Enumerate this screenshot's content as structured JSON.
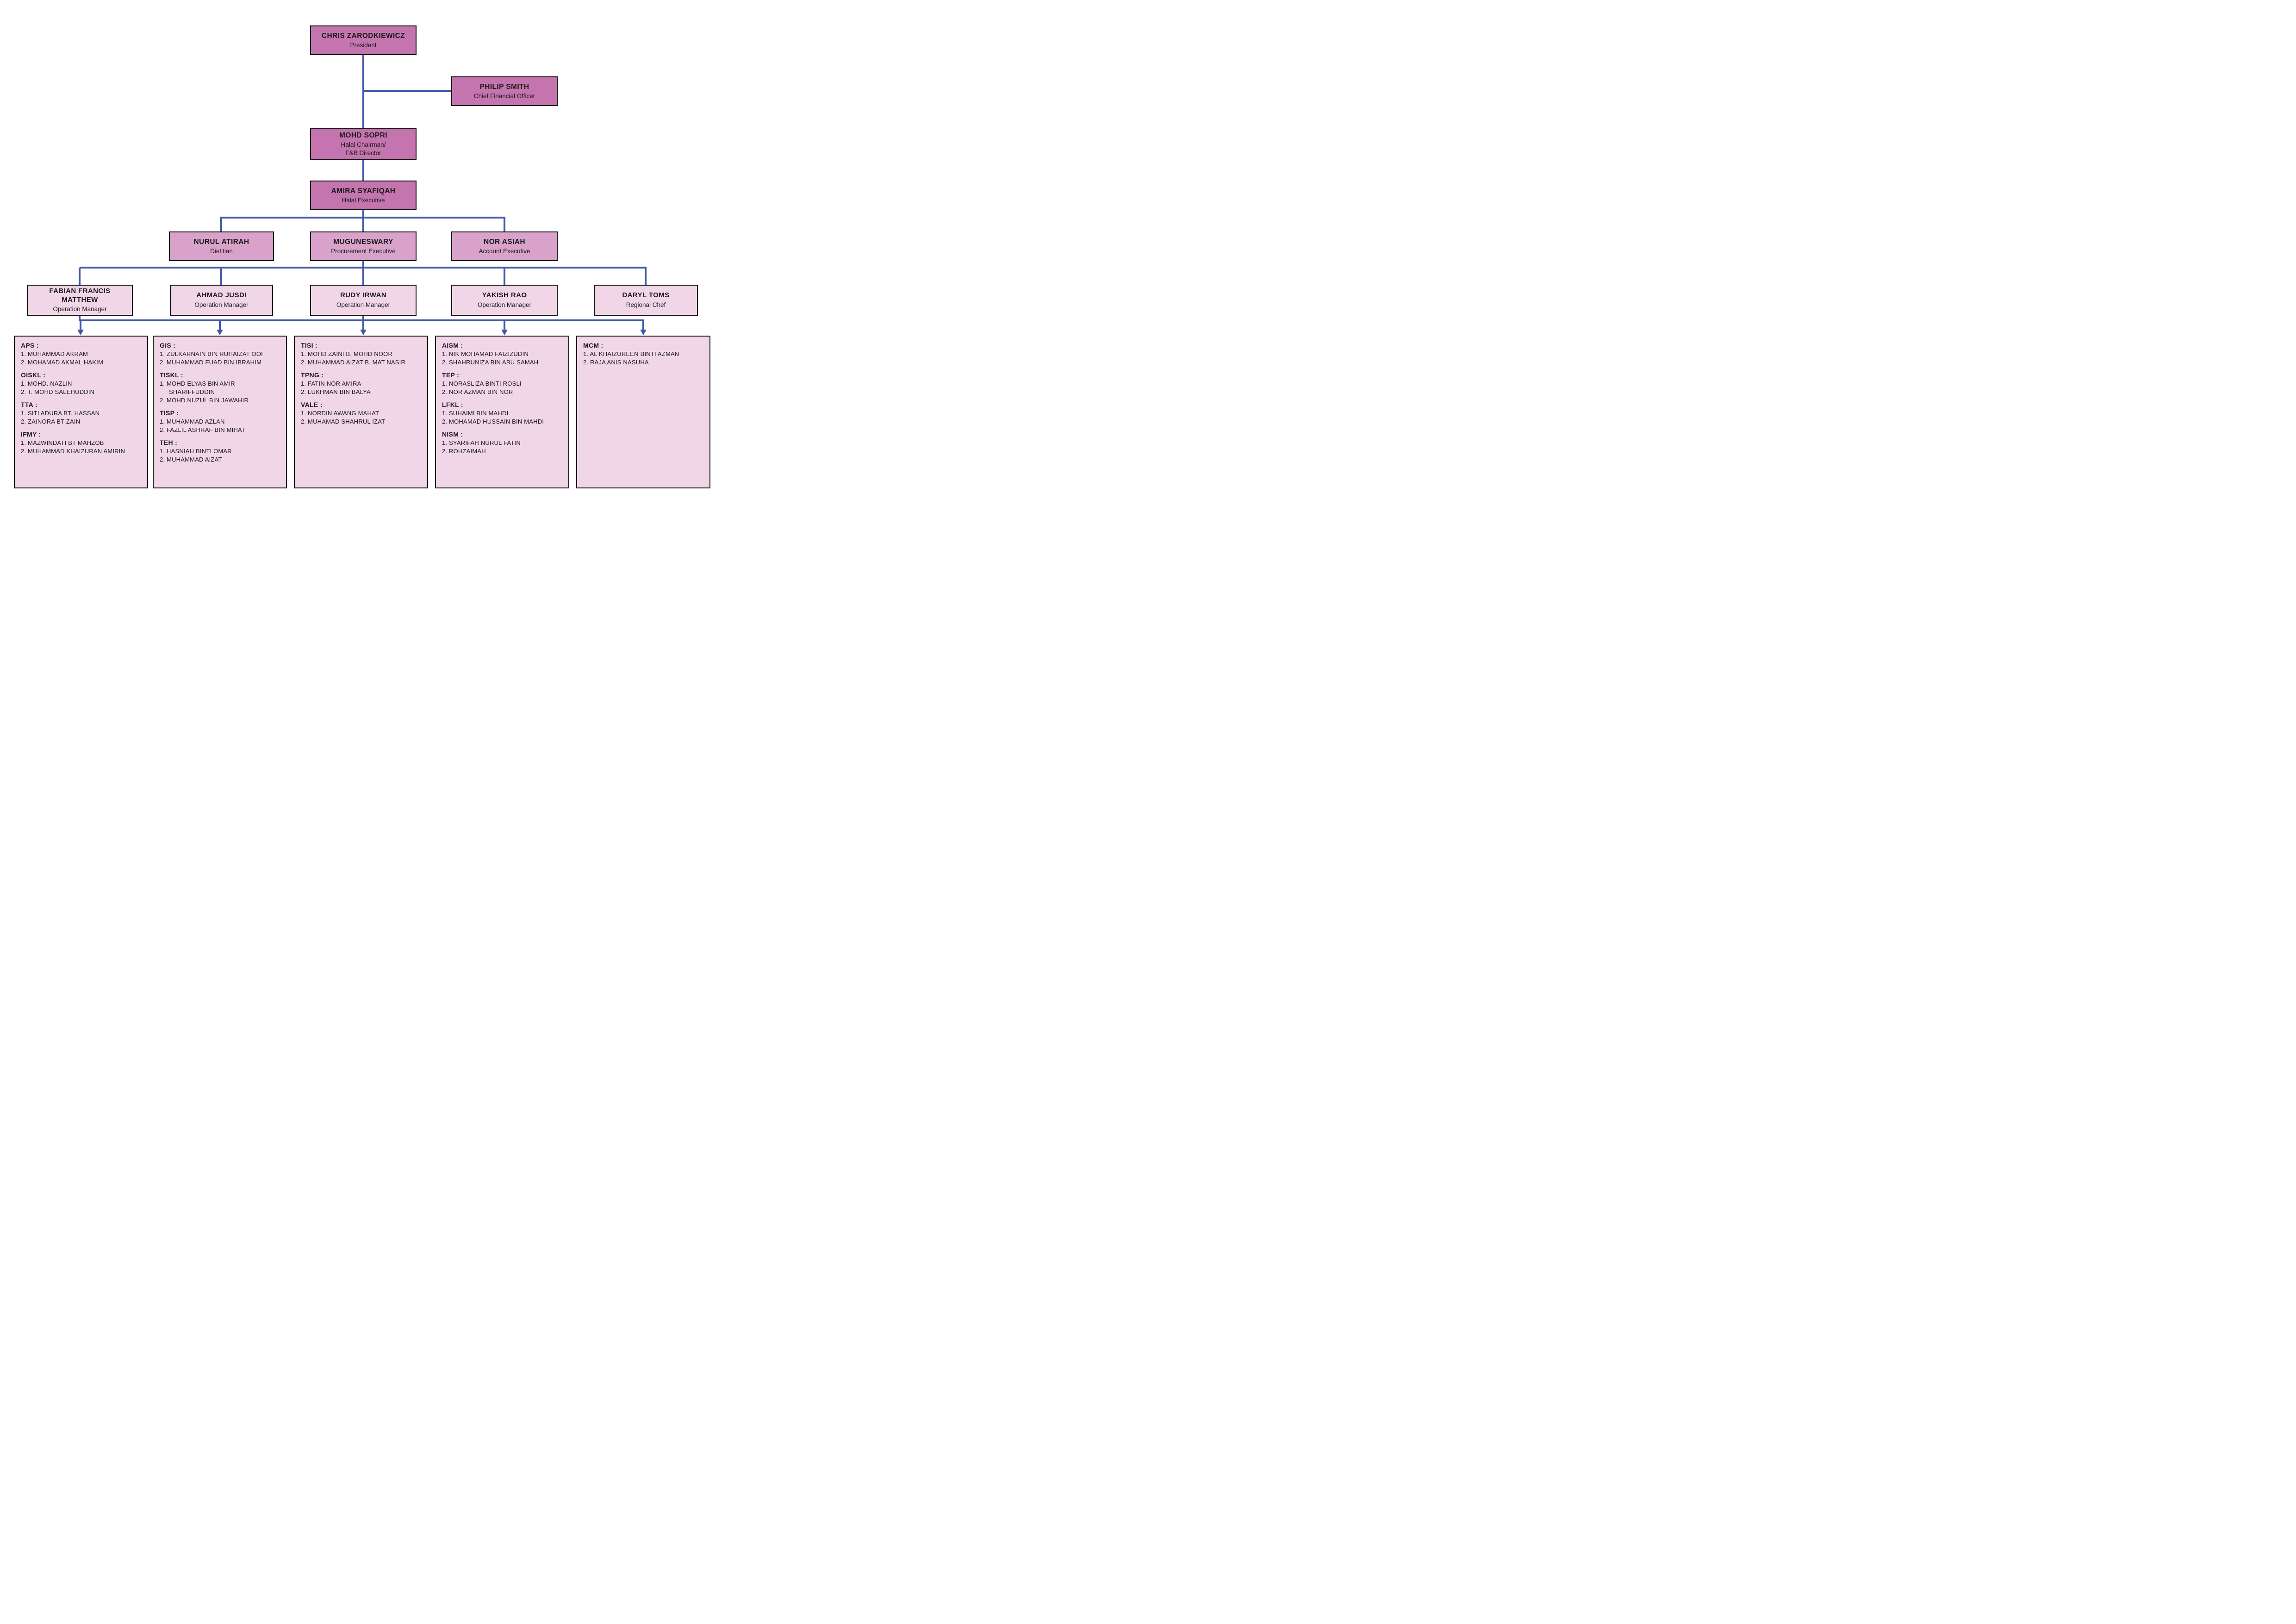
{
  "palette": {
    "tier1_fill": "#C474AE",
    "tier2_fill": "#D9A2CB",
    "tier3_fill": "#F1D6E8",
    "border": "#111111",
    "line": "#3D56A6",
    "text": "#1A1A1A"
  },
  "nodes": {
    "president": {
      "name": "CHRIS ZARODKIEWICZ",
      "title": "President"
    },
    "cfo": {
      "name": "PHILIP SMITH",
      "title": "Chief Financial Officer"
    },
    "fnb_director": {
      "name": "MOHD SOPRI",
      "title": "Halal Chairman/\nF&B Director"
    },
    "halal_executive": {
      "name": "AMIRA SYAFIQAH",
      "title": "Halal Executive"
    },
    "tier3": [
      {
        "name": "NURUL ATIRAH",
        "title": "Dietitian"
      },
      {
        "name": "MUGUNESWARY",
        "title": "Procurement Executive"
      },
      {
        "name": "NOR ASIAH",
        "title": "Account Executive"
      }
    ],
    "managers": [
      {
        "name": "FABIAN FRANCIS MATTHEW",
        "title": "Operation Manager"
      },
      {
        "name": "AHMAD JUSDI",
        "title": "Operation Manager"
      },
      {
        "name": "RUDY IRWAN",
        "title": "Operation Manager"
      },
      {
        "name": "YAKISH RAO",
        "title": "Operation Manager"
      },
      {
        "name": "DARYL TOMS",
        "title": "Regional Chef"
      }
    ],
    "teams": [
      {
        "groups": [
          {
            "label": "APS :",
            "members": [
              "1. MUHAMMAD AKRAM",
              "2. MOHAMAD AKMAL HAKIM"
            ]
          },
          {
            "label": "OISKL :",
            "members": [
              "1. MOHD. NAZLIN",
              "2. T. MOHD SALEHUDDIN"
            ]
          },
          {
            "label": "TTA :",
            "members": [
              "1. SITI ADURA BT. HASSAN",
              "2. ZAINORA BT ZAIN"
            ]
          },
          {
            "label": "IFMY :",
            "members": [
              "1. MAZWINDATI BT MAHZOB",
              "2. MUHAMMAD KHAIZURAN AMIRIN"
            ]
          }
        ]
      },
      {
        "groups": [
          {
            "label": "GIS :",
            "members": [
              "1. ZULKARNAIN BIN RUHAIZAT OOI",
              "2. MUHAMMAD FUAD BIN IBRAHIM"
            ]
          },
          {
            "label": "TISKL :",
            "members": [
              "1. MOHD ELYAS BIN AMIR SHARIFFUDDIN",
              "2. MOHD NUZUL BIN JAWAHIR"
            ]
          },
          {
            "label": "TISP :",
            "members": [
              "1. MUHAMMAD AZLAN",
              "2. FAZLIL ASHRAF BIN MIHAT"
            ]
          },
          {
            "label": "TEH :",
            "members": [
              "1. HASNIAH BINTI OMAR",
              "2. MUHAMMAD AIZAT"
            ]
          }
        ]
      },
      {
        "groups": [
          {
            "label": "TISI :",
            "members": [
              "1. MOHD ZAINI B. MOHD NOOR",
              "2. MUHAMMAD AIZAT B. MAT NASIR"
            ]
          },
          {
            "label": "TPNG :",
            "members": [
              "1. FATIN NOR AMIRA",
              "2. LUKHMAN BIN BALYA"
            ]
          },
          {
            "label": "VALE :",
            "members": [
              "1. NORDIN AWANG MAHAT",
              "2. MUHAMAD SHAHRUL IZAT"
            ]
          }
        ]
      },
      {
        "groups": [
          {
            "label": "AISM :",
            "members": [
              "1. NIK MOHAMAD FAIZIZUDIN",
              "2. SHAHRUNIZA BIN ABU SAMAH"
            ]
          },
          {
            "label": "TEP :",
            "members": [
              "1. NORASLIZA BINTI ROSLI",
              "2. NOR AZMAN BIN NOR"
            ]
          },
          {
            "label": "LFKL :",
            "members": [
              "1. SUHAIMI BIN MAHDI",
              "2. MOHAMAD HUSSAIN BIN MAHDI"
            ]
          },
          {
            "label": "NISM :",
            "members": [
              "1. SYARIFAH NURUL FATIN",
              "2. ROHZAIMAH"
            ]
          }
        ]
      },
      {
        "groups": [
          {
            "label": "MCM :",
            "members": [
              "1. AL KHAIZUREEN BINTI AZMAN",
              "2. RAJA ANIS NASUHA"
            ]
          }
        ]
      }
    ]
  }
}
